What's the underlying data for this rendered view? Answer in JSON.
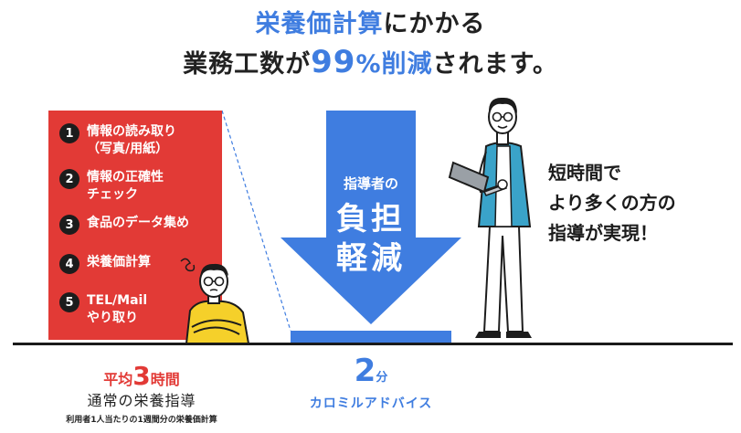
{
  "headline": {
    "line1_highlight": "栄養価計算",
    "line1_rest": "にかかる",
    "line2_prefix": "業務工数が",
    "line2_number": "99",
    "line2_percent": "%",
    "line2_highlight": "削減",
    "line2_suffix": "されます。"
  },
  "tasks": [
    {
      "num": "1",
      "line1": "情報の読み取り",
      "line2": "（写真/用紙）"
    },
    {
      "num": "2",
      "line1": "情報の正確性",
      "line2": "チェック"
    },
    {
      "num": "3",
      "line1": "食品のデータ集め",
      "line2": ""
    },
    {
      "num": "4",
      "line1": "栄養価計算",
      "line2": ""
    },
    {
      "num": "5",
      "line1": "TEL/Mail",
      "line2": "やり取り"
    }
  ],
  "arrow": {
    "line1": "指導者の",
    "line2": "負担",
    "line3": "軽減"
  },
  "left_label": {
    "prefix": "平均",
    "number": "3",
    "suffix": "時間",
    "title": "通常の栄養指導",
    "note": "利用者1人当たりの1週間分の栄養価計算"
  },
  "mid_label": {
    "number": "2",
    "unit": "分",
    "title": "カロミルアドバイス"
  },
  "right_text": {
    "line1": "短時間で",
    "line2": "より多くの方の",
    "line3": "指導が実現！"
  },
  "colors": {
    "red": "#e23a36",
    "blue": "#3f7de0",
    "dark": "#1c1c1c",
    "yellow": "#f5d02a",
    "teal": "#3aa3c9"
  }
}
